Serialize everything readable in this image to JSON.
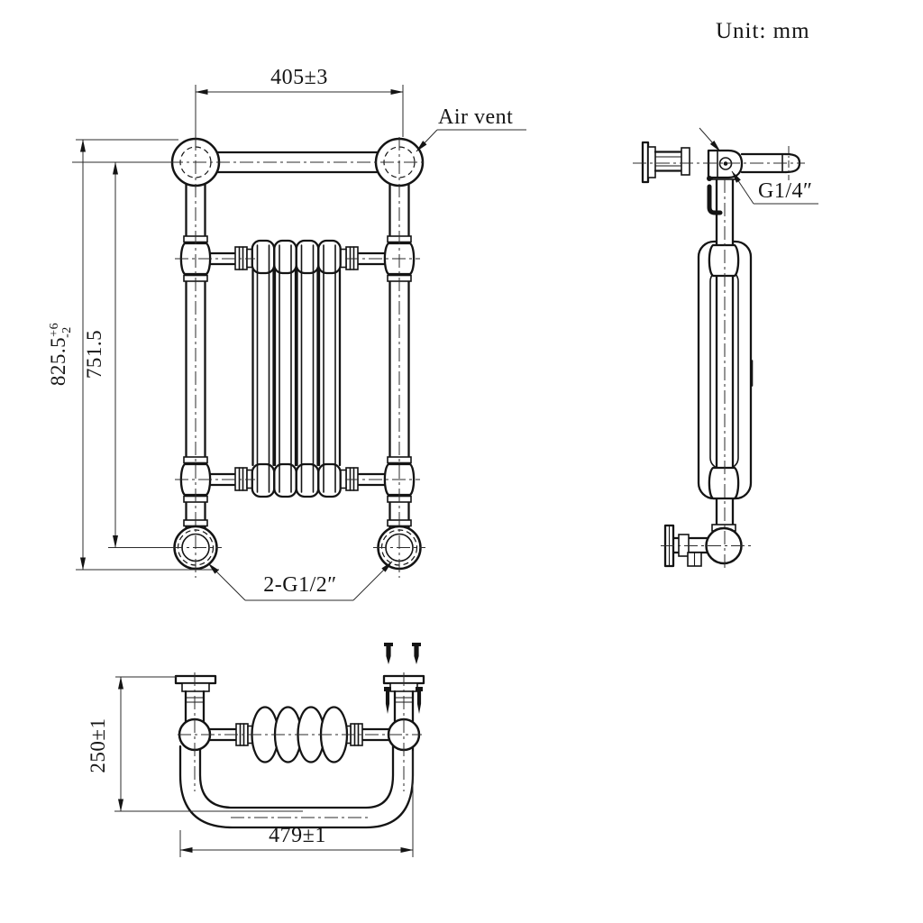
{
  "page": {
    "background": "#ffffff",
    "line_color": "#141414"
  },
  "unit_label": "Unit: mm",
  "front_view": {
    "top_width_dim": "405±3",
    "air_vent_label": "Air vent",
    "overall_height": "825.5",
    "overall_height_tol_upper": "+6",
    "overall_height_tol_lower": "-2",
    "pipe_center_height_dim": "751.5",
    "bottom_ports_label": "2-G1/2″"
  },
  "side_view": {
    "vent_thread_label": "G1/4″"
  },
  "bottom_view": {
    "depth_dim": "250±1",
    "width_dim": "479±1"
  }
}
